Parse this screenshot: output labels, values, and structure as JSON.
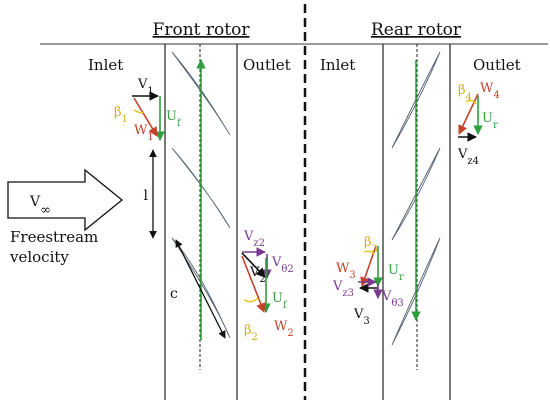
{
  "front_rotor": {
    "title": "Front rotor",
    "inlet_label": "Inlet",
    "outlet_label": "Outlet",
    "pitch_label": "l",
    "chord_label": "c",
    "inlet": {
      "v1": "V",
      "v1_sub": "1",
      "u": "U",
      "u_sub": "f",
      "w1": "W",
      "w1_sub": "1",
      "beta": "β",
      "beta_sub": "1"
    },
    "outlet": {
      "vz": "V",
      "vz_sub": "z2",
      "vtheta": "V",
      "vtheta_sub": "θ2",
      "v": "V",
      "v_sub": "2",
      "u": "U",
      "u_sub": "f",
      "beta": "β",
      "beta_sub": "2",
      "w": "W",
      "w_sub": "2"
    }
  },
  "rear_rotor": {
    "title": "Rear rotor",
    "inlet_label": "Inlet",
    "outlet_label": "Outlet",
    "inlet": {
      "beta": "β",
      "beta_sub": "3",
      "w": "W",
      "w_sub": "3",
      "u": "U",
      "u_sub": "r",
      "vz": "V",
      "vz_sub": "z3",
      "vtheta": "V",
      "vtheta_sub": "θ3",
      "v": "V",
      "v_sub": "3"
    },
    "outlet": {
      "beta": "β",
      "beta_sub": "4",
      "w": "W",
      "w_sub": "4",
      "u": "U",
      "u_sub": "r",
      "vz": "V",
      "vz_sub": "z4"
    }
  },
  "freestream": {
    "symbol_sub": "∞",
    "label_line1": "Freestream",
    "label_line2": "velocity"
  },
  "colors": {
    "blade_speed": "#2e9e3e",
    "relative_velocity": "#c4422b",
    "velocity_components": "#7a3b8f",
    "angles": "#e8c21a",
    "absolute_velocity": "#111111"
  }
}
